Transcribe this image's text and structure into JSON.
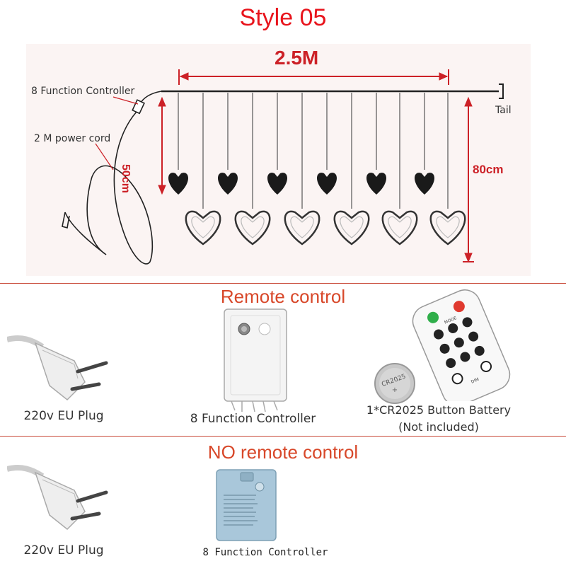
{
  "title": "Style 05",
  "diagram": {
    "width_label": "2.5M",
    "controller_label": "8 Function Controller",
    "power_cord_label": "2 M power cord",
    "tail_label": "Tail",
    "short_drop_label": "50cm",
    "long_drop_label": "80cm"
  },
  "remote_section": {
    "heading": "Remote control",
    "plug_caption": "220v EU Plug",
    "controller_caption": "8 Function Controller",
    "battery_caption_1": "1*CR2025 Button Battery",
    "battery_caption_2": "(Not included)",
    "battery_text": "CR2025",
    "remote_mode_text": "MODE",
    "remote_dim_text": "DIM"
  },
  "no_remote_section": {
    "heading": "NO remote control",
    "plug_caption": "220v EU Plug",
    "controller_caption": "8 Function Controller"
  }
}
